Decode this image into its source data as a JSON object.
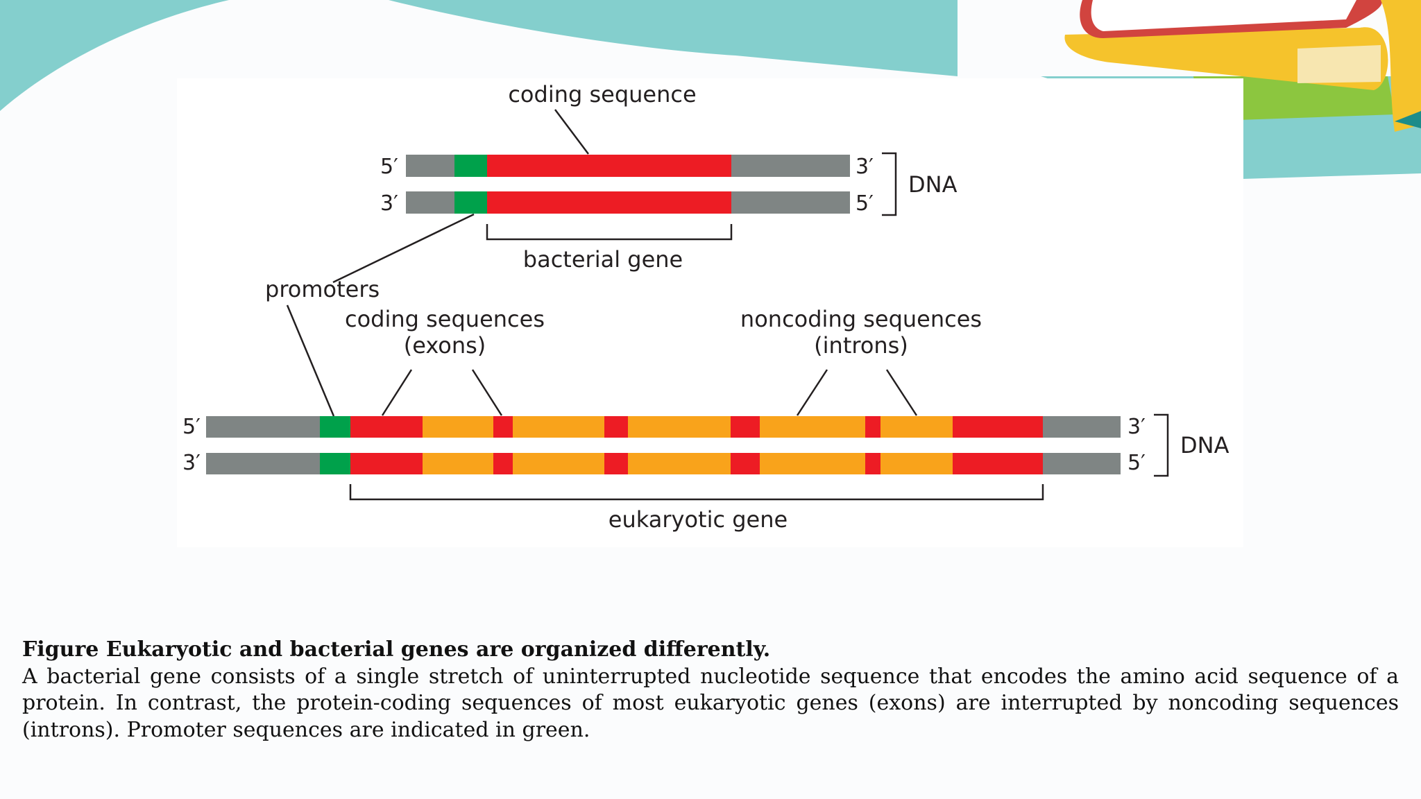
{
  "colors": {
    "strand": "#7f8584",
    "promoter": "#00a14b",
    "coding": "#ed1c24",
    "intron": "#f9a31b",
    "teal": "#84cfcd",
    "book_yellow": "#f5c32c",
    "book_red": "#d1443f",
    "book_green": "#8cc63f"
  },
  "diagram": {
    "coding_sequence_label": "coding sequence",
    "bacterial_gene_label": "bacterial gene",
    "promoters_label": "promoters",
    "exons_label_line1": "coding sequences",
    "exons_label_line2": "(exons)",
    "introns_label_line1": "noncoding sequences",
    "introns_label_line2": "(introns)",
    "eukaryotic_gene_label": "eukaryotic gene",
    "dna_label": "DNA",
    "five_prime": "5′",
    "three_prime": "3′"
  },
  "caption": {
    "title": "Figure Eukaryotic and bacterial genes are organized differently.",
    "body": "A bacterial gene consists of a single stretch of uninterrupted nucleotide sequence that encodes the amino acid sequence of a protein. In contrast, the protein-coding sequences of most eukaryotic genes (exons) are interrupted by noncoding sequences (introns). Promoter sequences are indicated in green."
  }
}
